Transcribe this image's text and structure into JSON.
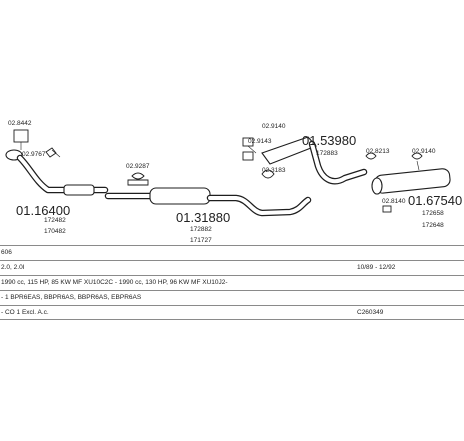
{
  "parts": {
    "main_numbers": [
      "01.16400",
      "01.31880",
      "01.53980",
      "01.67540"
    ],
    "codes": [
      "02.8442",
      "02.9767",
      "172482",
      "170482",
      "02.9287",
      "172882",
      "171727",
      "02.9140",
      "02.9143",
      "02.3183",
      "172883",
      "02.8213",
      "02.9140",
      "02.8140",
      "172658",
      "172648"
    ]
  },
  "info_rows": [
    {
      "left": "606",
      "right": ""
    },
    {
      "left": "2.0, 2.0I",
      "right": "10/89 - 12/92"
    },
    {
      "left": "1990 cc, 115 HP, 85 KW MF XU10C2C - 1990 cc, 130 HP, 96 KW MF XU10J2-",
      "right": ""
    },
    {
      "left": "- 1 BPR6EAS, BBPR6AS, BBPR6AS, EBPR6AS",
      "right": ""
    },
    {
      "left": "- CO 1 Excl. A.c.",
      "right": "C260349"
    }
  ]
}
